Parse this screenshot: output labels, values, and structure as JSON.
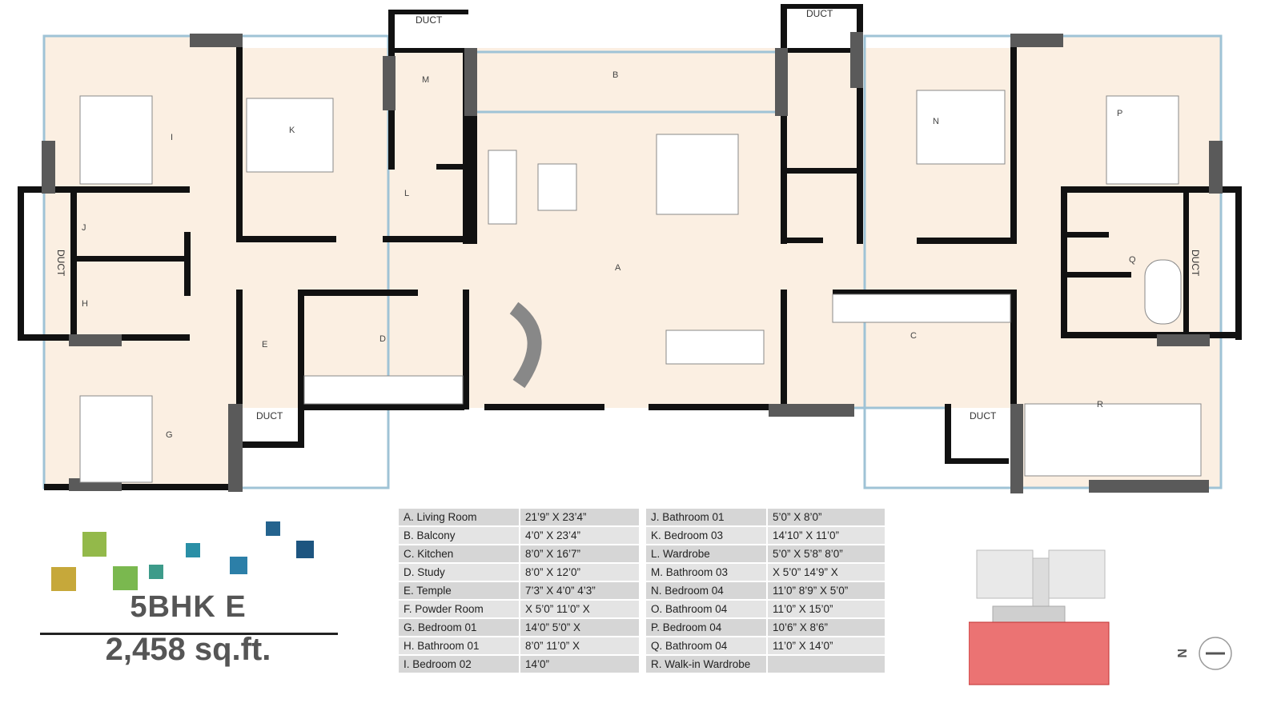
{
  "plan": {
    "rooms": {
      "A": "A",
      "B": "B",
      "C": "C",
      "D": "D",
      "E": "E",
      "G": "G",
      "H": "H",
      "I": "I",
      "J": "J",
      "K": "K",
      "L": "L",
      "M": "M",
      "N": "N",
      "P": "P",
      "Q": "Q",
      "R": "R"
    },
    "duct_label": "DUCT",
    "colors": {
      "floor": "#fbefe2",
      "wall": "#111111",
      "column": "#5a5a5a",
      "glazing": "#9fc3d6"
    }
  },
  "schedule": {
    "left": [
      {
        "room": "A. Living Room",
        "size": "21’9”    X   23’4”"
      },
      {
        "room": "B. Balcony",
        "size": "4’0”      X   23’4”"
      },
      {
        "room": "C. Kitchen",
        "size": "8’0”      X   16’7”"
      },
      {
        "room": "D. Study",
        "size": "8’0”      X   12’0”"
      },
      {
        "room": "E. Temple",
        "size": "7’3” X 4’0” 4’3”"
      },
      {
        "room": "F. Powder Room",
        "size": "X  5’0”  11’0”   X"
      },
      {
        "room": "G. Bedroom 01",
        "size": "14’0”    5’0”     X"
      },
      {
        "room": "H. Bathroom 01",
        "size": "8’0”     11’0”    X"
      },
      {
        "room": "I. Bedroom 02",
        "size": "14’0”"
      }
    ],
    "right": [
      {
        "room": "J. Bathroom 01",
        "size": "5’0”      X      8’0”"
      },
      {
        "room": "K. Bedroom 03",
        "size": "14’10”   X   11’0”"
      },
      {
        "room": "L. Wardrobe",
        "size": "5’0”  X 5’8”  8’0”"
      },
      {
        "room": "M. Bathroom 03",
        "size": "X  5’0”   14’9”   X"
      },
      {
        "room": "N. Bedroom 04",
        "size": "11’0”  8’9”  X 5’0”"
      },
      {
        "room": "O. Bathroom 04",
        "size": "11’0”     X    15’0”"
      },
      {
        "room": "P. Bedroom 04",
        "size": "10’6”     X     8’6”"
      },
      {
        "room": "Q. Bathroom 04",
        "size": "11’0”  X 14’0”"
      },
      {
        "room": "R. Walk-in Wardrobe",
        "size": ""
      }
    ]
  },
  "unit": {
    "type": "5BHK E",
    "area": "2,458 sq.ft."
  },
  "brand": {
    "square_colors": [
      "#c6a83a",
      "#93b94a",
      "#7ab84f",
      "#3d9b8a",
      "#2a8fa6",
      "#2c7fa8",
      "#24638e",
      "#1d5580"
    ]
  },
  "compass": {
    "north_label": "N"
  },
  "keyplan": {
    "highlight_color": "#e85a5a"
  }
}
